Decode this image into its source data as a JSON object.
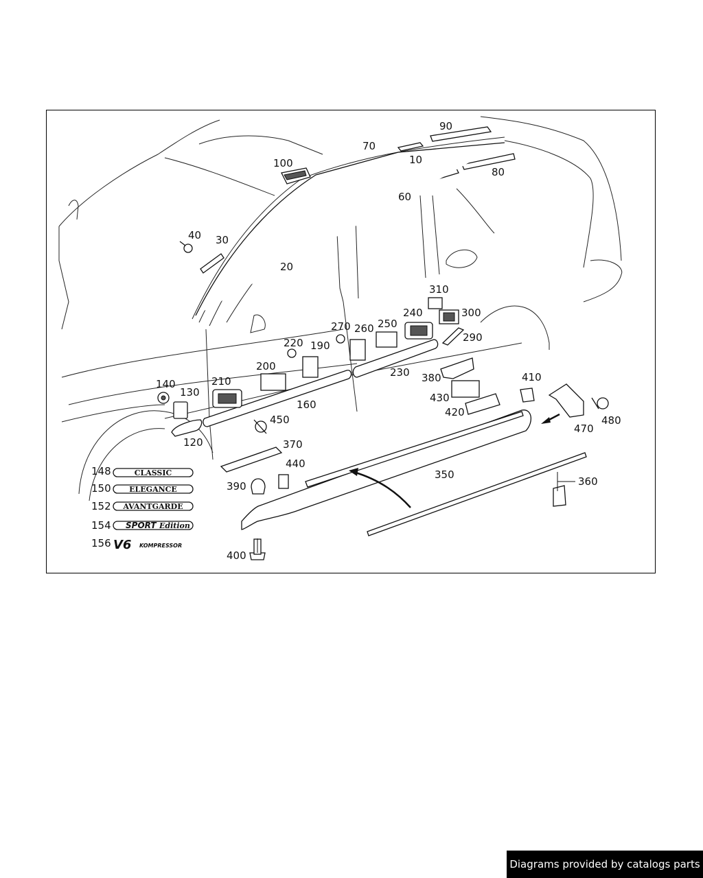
{
  "footer": {
    "credit": "Diagrams provided by catalogs parts"
  },
  "callouts": {
    "p10": "10",
    "p20": "20",
    "p30": "30",
    "p40": "40",
    "p60": "60",
    "p70": "70",
    "p80": "80",
    "p90": "90",
    "p100": "100",
    "p120": "120",
    "p130": "130",
    "p140": "140",
    "p148": "148",
    "p150": "150",
    "p152": "152",
    "p154": "154",
    "p156": "156",
    "p160": "160",
    "p190": "190",
    "p200": "200",
    "p210": "210",
    "p220": "220",
    "p230": "230",
    "p240": "240",
    "p250": "250",
    "p260": "260",
    "p270": "270",
    "p290": "290",
    "p300": "300",
    "p310": "310",
    "p350": "350",
    "p360": "360",
    "p370": "370",
    "p380": "380",
    "p390": "390",
    "p400": "400",
    "p410": "410",
    "p420": "420",
    "p430": "430",
    "p440": "440",
    "p450": "450",
    "p470": "470",
    "p480": "480"
  },
  "badges": {
    "classic": "CLASSIC",
    "elegance": "ELEGANCE",
    "avantgarde": "AVANTGARDE",
    "sport_word": "SPORT",
    "sport_edition": "Edition",
    "v6": "V6",
    "kompressor": "KOMPRESSOR"
  }
}
